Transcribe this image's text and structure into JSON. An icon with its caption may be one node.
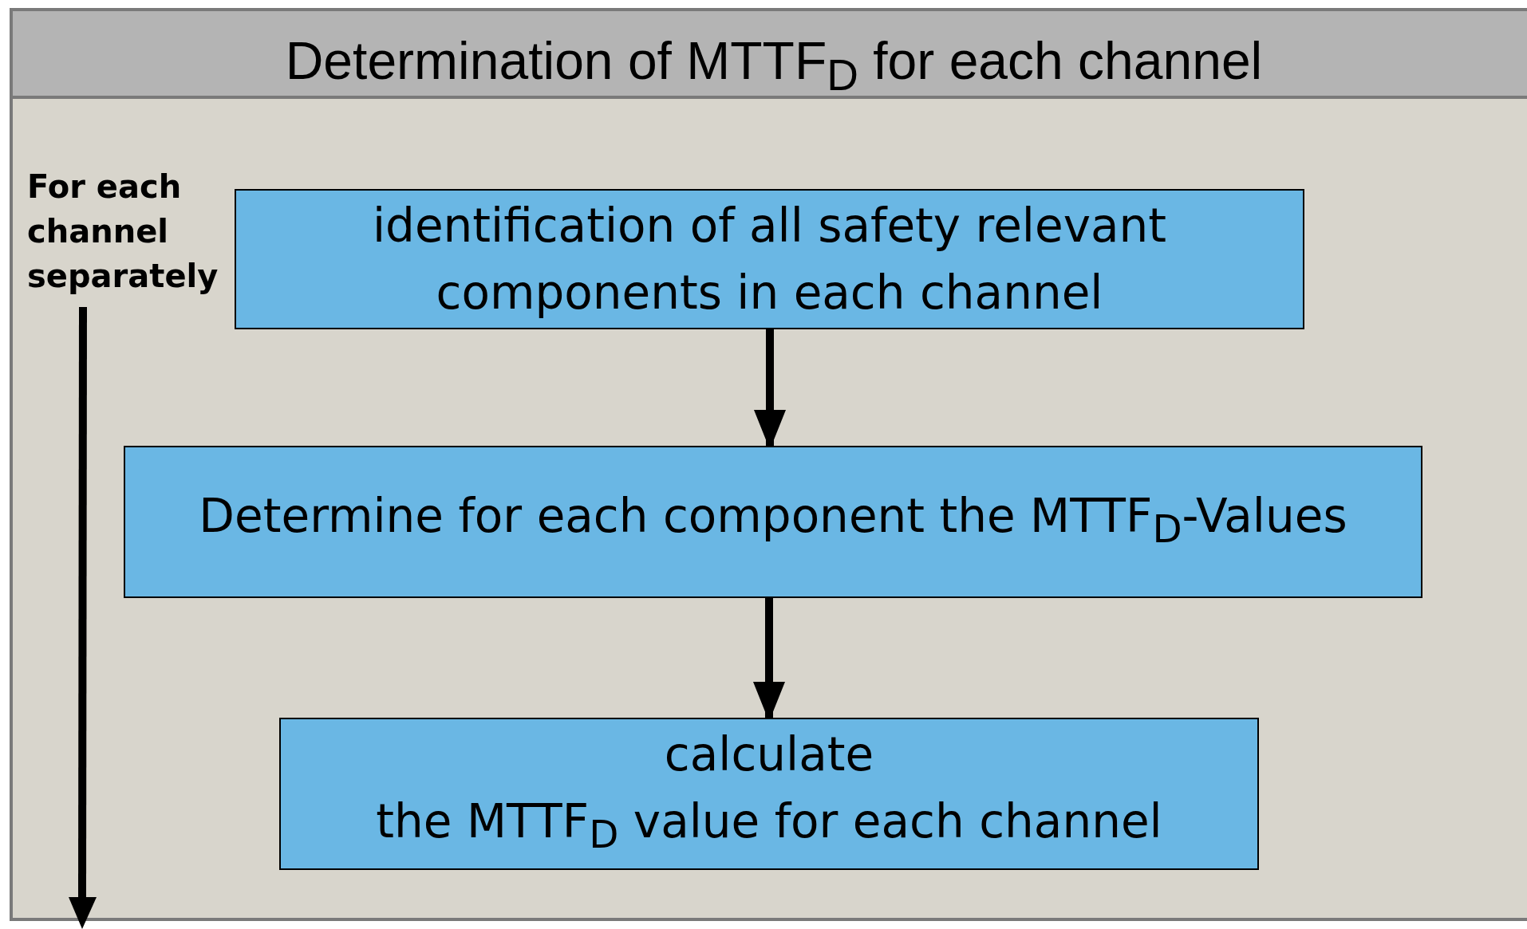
{
  "diagram": {
    "title": "Determination of MTTF$_{D}$ for each channel",
    "nodes": [
      {
        "text": [
          "identification of all safety relevant components in each channel"
        ]
      },
      {
        "text": [
          "Determine for each component the MTTF$_{D}$-Values"
        ]
      },
      {
        "text": [
          "calculate",
          "the MTTF$_{D}$ value for each channel"
        ]
      }
    ],
    "edges": [
      {
        "from": 0,
        "to": 1,
        "arrow": "to"
      },
      {
        "from": 1,
        "to": 2,
        "arrow": "to"
      }
    ],
    "labels": [
      "For each channel separately"
    ]
  }
}
